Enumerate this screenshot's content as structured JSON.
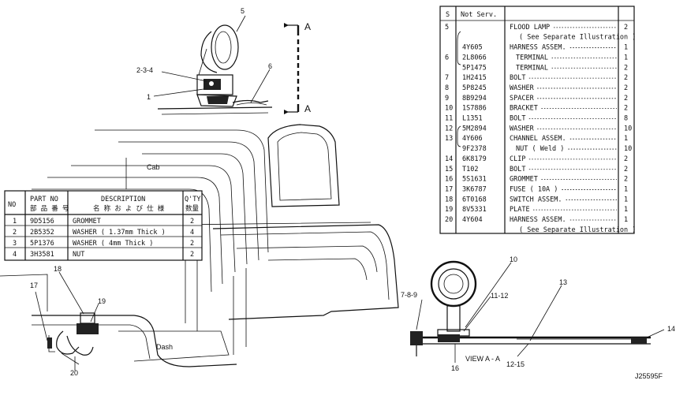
{
  "left_table": {
    "headers": {
      "no": "NO",
      "part_no": "PART NO",
      "part_no_jp": "部 品 番 号",
      "description": "DESCRIPTION",
      "description_jp": "名 称 お よ び 仕 様",
      "qty": "Q'TY",
      "qty_jp": "数量"
    },
    "rows": [
      {
        "no": "1",
        "part": "9D5156",
        "desc": "GROMMET",
        "qty": "2"
      },
      {
        "no": "2",
        "part": "2B5352",
        "desc": "WASHER ( 1.37mm Thick )",
        "qty": "4"
      },
      {
        "no": "3",
        "part": "5P1376",
        "desc": "WASHER ( 4mm Thick )",
        "qty": "2"
      },
      {
        "no": "4",
        "part": "3H3581",
        "desc": "NUT",
        "qty": "2"
      }
    ]
  },
  "right_table": {
    "header": {
      "s": "S",
      "part": "Not Serv."
    },
    "rows": [
      {
        "no": "5",
        "part": "",
        "desc": "FLOOD LAMP",
        "qty": "2"
      },
      {
        "no": "",
        "part": "",
        "desc": "( See Separate Illustration )",
        "qty": ""
      },
      {
        "no": "",
        "part": "4Y605",
        "desc": "HARNESS ASSEM.",
        "qty": "1"
      },
      {
        "no": "6",
        "part": "2L8066",
        "desc": "TERMINAL",
        "qty": "1"
      },
      {
        "no": "",
        "part": "5P1475",
        "desc": "TERMINAL",
        "qty": "2"
      },
      {
        "no": "7",
        "part": "1H2415",
        "desc": "BOLT",
        "qty": "2"
      },
      {
        "no": "8",
        "part": "5P8245",
        "desc": "WASHER",
        "qty": "2"
      },
      {
        "no": "9",
        "part": "8B9294",
        "desc": "SPACER",
        "qty": "2"
      },
      {
        "no": "10",
        "part": "1S7886",
        "desc": "BRACKET",
        "qty": "2"
      },
      {
        "no": "11",
        "part": "L1351",
        "desc": "BOLT",
        "qty": "8"
      },
      {
        "no": "12",
        "part": "5M2894",
        "desc": "WASHER",
        "qty": "10"
      },
      {
        "no": "13",
        "part": "4Y606",
        "desc": "CHANNEL ASSEM.",
        "qty": "1"
      },
      {
        "no": "",
        "part": "9F2378",
        "desc": "NUT ( Weld )",
        "qty": "10"
      },
      {
        "no": "14",
        "part": "6K8179",
        "desc": "CLIP",
        "qty": "2"
      },
      {
        "no": "15",
        "part": "T102",
        "desc": "BOLT",
        "qty": "2"
      },
      {
        "no": "16",
        "part": "5S1631",
        "desc": "GROMMET",
        "qty": "2"
      },
      {
        "no": "17",
        "part": "3K6787",
        "desc": "FUSE ( 10A )",
        "qty": "1"
      },
      {
        "no": "18",
        "part": "6T0168",
        "desc": "SWITCH ASSEM.",
        "qty": "1"
      },
      {
        "no": "19",
        "part": "8V5331",
        "desc": "PLATE",
        "qty": "1"
      },
      {
        "no": "20",
        "part": "4Y604",
        "desc": "HARNESS ASSEM.",
        "qty": "1"
      },
      {
        "no": "",
        "part": "",
        "desc": "( See Separate Illustration )",
        "qty": ""
      }
    ]
  },
  "callouts": {
    "c5": "5",
    "c234": "2-3-4",
    "c6": "6",
    "c1": "1",
    "cA1": "A",
    "cA2": "A",
    "cab": "Cab",
    "dash": "Dash",
    "c17": "17",
    "c18": "18",
    "c19": "19",
    "c20": "20",
    "c789": "7-8-9",
    "c10": "10",
    "c1112": "11-12",
    "c13": "13",
    "c14": "14",
    "c1215": "12-15",
    "c16": "16",
    "view": "VIEW A - A",
    "ref": "J25595F"
  }
}
